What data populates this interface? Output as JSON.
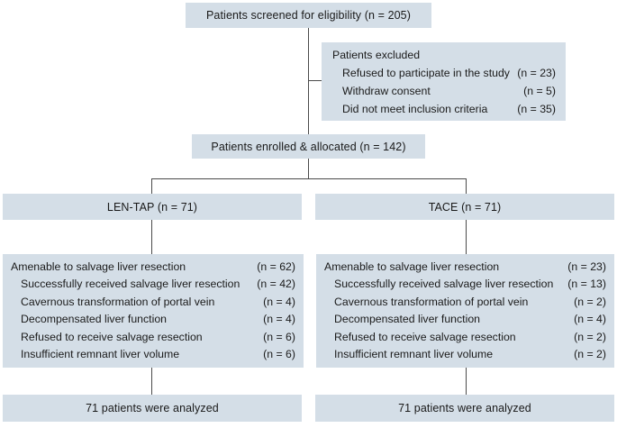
{
  "diagram": {
    "type": "consort-flow-diagram",
    "accent_box_fill": "#d4dee7",
    "connector_color": "#4a4a4a",
    "text_color": "#1a1a1a"
  },
  "screened": {
    "label": "Patients screened for eligibility  (n = 205)"
  },
  "excluded": {
    "heading": "Patients excluded",
    "items": [
      {
        "label": "Refused to participate in the study",
        "count": "(n = 23)"
      },
      {
        "label": "Withdraw consent",
        "count": "(n = 5)"
      },
      {
        "label": "Did not meet inclusion criteria",
        "count": "(n = 35)"
      }
    ]
  },
  "enrolled": {
    "label": "Patients enrolled & allocated (n = 142)"
  },
  "arms": [
    {
      "name": "LEN-TAP  (n = 71)"
    },
    {
      "name": "TACE  (n = 71)"
    }
  ],
  "outcomes": [
    {
      "rows": [
        {
          "label": "Amenable to salvage liver resection",
          "count": "(n = 62)",
          "indent": false
        },
        {
          "label": "Successfully received salvage liver resection",
          "count": "(n = 42)",
          "indent": true
        },
        {
          "label": "Cavernous transformation of portal vein",
          "count": "(n = 4)",
          "indent": true
        },
        {
          "label": "Decompensated liver function",
          "count": "(n = 4)",
          "indent": true
        },
        {
          "label": "Refused to receive salvage resection",
          "count": "(n = 6)",
          "indent": true
        },
        {
          "label": "Insufficient remnant liver volume",
          "count": "(n = 6)",
          "indent": true
        }
      ]
    },
    {
      "rows": [
        {
          "label": "Amenable to salvage liver resection",
          "count": "(n = 23)",
          "indent": false
        },
        {
          "label": "Successfully received salvage liver resection",
          "count": "(n = 13)",
          "indent": true
        },
        {
          "label": "Cavernous transformation of portal vein",
          "count": "(n = 2)",
          "indent": true
        },
        {
          "label": "Decompensated liver function",
          "count": "(n = 4)",
          "indent": true
        },
        {
          "label": "Refused to receive salvage resection",
          "count": "(n = 2)",
          "indent": true
        },
        {
          "label": "Insufficient remnant liver volume",
          "count": "(n = 2)",
          "indent": true
        }
      ]
    }
  ],
  "analyzed": [
    {
      "label": "71 patients were analyzed"
    },
    {
      "label": "71 patients were analyzed"
    }
  ]
}
